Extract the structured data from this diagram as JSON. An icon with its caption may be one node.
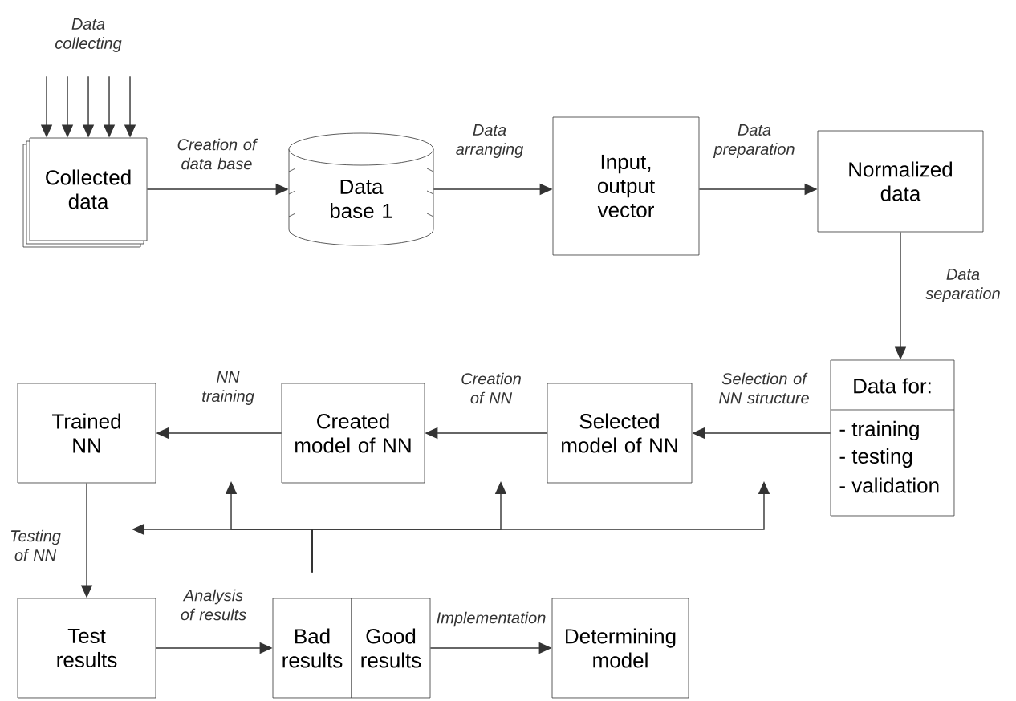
{
  "diagram": {
    "nodes": [
      {
        "text": [
          "Data collecting"
        ]
      },
      {
        "text": [
          "Collected data"
        ]
      },
      {
        "text": [
          "Data base 1"
        ]
      },
      {
        "text": [
          "Input, output vector"
        ]
      },
      {
        "text": [
          "Normalized data"
        ]
      },
      {
        "text": [
          "Data for:",
          "- training",
          "- testing",
          "- validation"
        ]
      },
      {
        "text": [
          "Selected model of NN"
        ]
      },
      {
        "text": [
          "Created model of NN"
        ]
      },
      {
        "text": [
          "Trained NN"
        ]
      },
      {
        "text": [
          "Test results"
        ]
      },
      {
        "text": [
          "Bad results"
        ]
      },
      {
        "text": [
          "Good results"
        ]
      },
      {
        "text": [
          "Determining model"
        ]
      }
    ],
    "edges": [
      {
        "from": 0,
        "to": 1,
        "arrow": "to"
      },
      {
        "from": 0,
        "to": 1,
        "arrow": "to"
      },
      {
        "from": 0,
        "to": 1,
        "arrow": "to"
      },
      {
        "from": 0,
        "to": 1,
        "arrow": "to"
      },
      {
        "from": 0,
        "to": 1,
        "arrow": "to"
      },
      {
        "from": 1,
        "to": 2,
        "arrow": "to",
        "label": "Creation of data base"
      },
      {
        "from": 2,
        "to": 3,
        "arrow": "to",
        "label": "Data arranging"
      },
      {
        "from": 3,
        "to": 4,
        "arrow": "to",
        "label": "Data preparation"
      },
      {
        "from": 4,
        "to": 5,
        "arrow": "to",
        "label": "Data separation"
      },
      {
        "from": 5,
        "to": 6,
        "arrow": "to",
        "label": "Selection of NN structure"
      },
      {
        "from": 6,
        "to": 7,
        "arrow": "to",
        "label": "Creation of NN"
      },
      {
        "from": 7,
        "to": 8,
        "arrow": "to",
        "label": "NN training"
      },
      {
        "from": 8,
        "to": 9,
        "arrow": "to",
        "label": "Testing of NN"
      },
      {
        "from": 9,
        "to": 10,
        "arrow": "to",
        "label": "Analysis of results"
      },
      {
        "from": 11,
        "to": 12,
        "arrow": "to",
        "label": "Implementation"
      },
      {
        "from": 10,
        "to": null,
        "arrow": "to"
      },
      {
        "from": 10,
        "to": null,
        "arrow": "to"
      },
      {
        "from": 10,
        "to": null,
        "arrow": "to"
      },
      {
        "from": 10,
        "to": null,
        "arrow": "to"
      }
    ]
  }
}
